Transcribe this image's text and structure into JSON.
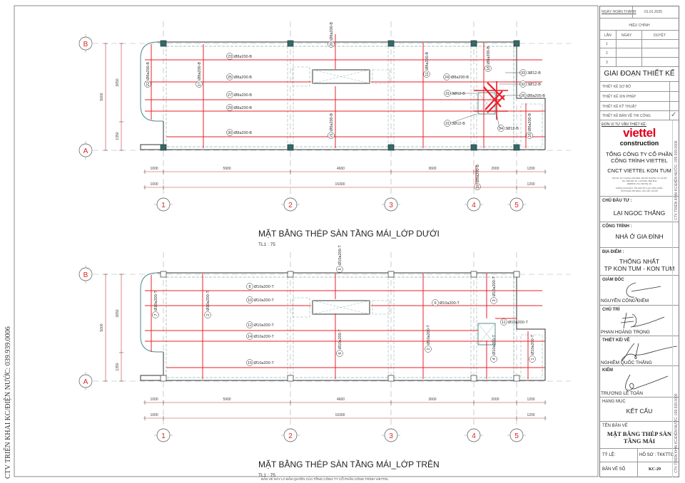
{
  "top_plan": {
    "title": "MẶT BẰNG THÉP SÀN TẦNG MÁI_LỚP DƯỚI",
    "scale": "TL1 : 75",
    "grid_rows": [
      "B",
      "A"
    ],
    "grid_cols": [
      "1",
      "2",
      "3",
      "4",
      "5"
    ],
    "dims_row1": [
      "1000",
      "5900",
      "4600",
      "3600",
      "2000",
      "1200"
    ],
    "dims_row2": [
      "1000",
      "16300",
      "1200"
    ],
    "dims_left": {
      "total": "5000",
      "upper": "3650",
      "lower": "1350"
    },
    "rebars": [
      {
        "no": "23",
        "spec": "Ø8a200-B"
      },
      {
        "no": "25",
        "spec": "Ø8a200-B"
      },
      {
        "no": "27",
        "spec": "Ø8a200-B"
      },
      {
        "no": "29",
        "spec": "Ø8a200-B"
      },
      {
        "no": "30",
        "spec": "Ø8a200-B"
      },
      {
        "no": "24",
        "spec": "Ø8a200-B"
      },
      {
        "no": "22",
        "spec": "Ø8a200-B"
      },
      {
        "no": "17",
        "spec": "Ø8a200-B"
      },
      {
        "no": "20",
        "spec": "Ø8a200-B"
      },
      {
        "no": "21",
        "spec": "Ø8a200-B"
      },
      {
        "no": "11",
        "spec": "Ø8a200-B"
      },
      {
        "no": "18",
        "spec": "Ø8a200-B"
      },
      {
        "no": "16",
        "spec": "Ø8a200-B"
      },
      {
        "no": "19",
        "spec": "Ø8a200-B"
      },
      {
        "no": "31",
        "spec": "3Ø12-B"
      },
      {
        "no": "31",
        "spec": "3Ø12-B"
      },
      {
        "no": "33",
        "spec": "3Ø12-B"
      },
      {
        "no": "32",
        "spec": "3Ø12-B"
      },
      {
        "no": "26",
        "spec": "Ø8a200-B"
      },
      {
        "no": "34",
        "spec": "3Ø12-B"
      }
    ]
  },
  "bottom_plan": {
    "title": "MẶT BẰNG THÉP SÀN TẦNG MÁI_LỚP TRÊN",
    "scale": "TL1 : 75",
    "grid_rows": [
      "B",
      "A"
    ],
    "grid_cols": [
      "1",
      "2",
      "3",
      "4",
      "5"
    ],
    "dims_row1": [
      "1000",
      "5900",
      "4600",
      "3600",
      "2000",
      "1200"
    ],
    "dims_row2": [
      "1000",
      "16300",
      "1200"
    ],
    "dims_left": {
      "total": "5000",
      "upper": "3650",
      "lower": "1350"
    },
    "rebars": [
      {
        "no": "8",
        "spec": "Ø10a200-T"
      },
      {
        "no": "10",
        "spec": "Ø10a200-T"
      },
      {
        "no": "12",
        "spec": "Ø10a200-T"
      },
      {
        "no": "14",
        "spec": "Ø10a200-T"
      },
      {
        "no": "15",
        "spec": "Ø10a200-T"
      },
      {
        "no": "9",
        "spec": "Ø10a200-T"
      },
      {
        "no": "11",
        "spec": "Ø10a200-T"
      },
      {
        "no": "7",
        "spec": "Ø10a200-T"
      },
      {
        "no": "2",
        "spec": "Ø10a200-T"
      },
      {
        "no": "5",
        "spec": "Ø10a200-T"
      },
      {
        "no": "6",
        "spec": "Ø10a200-T"
      },
      {
        "no": "2",
        "spec": "Ø10a200-T"
      },
      {
        "no": "3",
        "spec": "Ø10a200-T"
      },
      {
        "no": "4",
        "spec": "Ø10a200-T"
      },
      {
        "no": "1",
        "spec": "Ø10a200-T"
      }
    ]
  },
  "title_block": {
    "completion_label": "NGÀY HOÀN THÀNH",
    "completion_date": "01.01.2025",
    "revision_title": "HIỆU CHỈNH",
    "revision_headers": [
      "LẦN",
      "NGÀY",
      "DUYỆT"
    ],
    "revision_rows": [
      "1",
      "2",
      "3"
    ],
    "stage_title": "GIAI ĐOẠN THIẾT KẾ",
    "stages": [
      "THIẾT KẾ SƠ BỘ",
      "THIẾT KẾ XIN PHÉP",
      "THIẾT KẾ KỸ THUẬT",
      "THIẾT KẾ BẢN VẼ THI CÔNG"
    ],
    "stage_check_mark": "✓",
    "consultant_label": "ĐƠN VỊ TƯ VẤN THIẾT KẾ:",
    "logo_text": "viettel",
    "logo_sub": "construction",
    "company_line1": "TỔNG CÔNG TY CỔ PHẦN",
    "company_line2": "CÔNG TRÌNH VIETTEL",
    "branch": "CNCT VIETTEL KON TUM",
    "address_lines": [
      "TRỤ SỞ: SỐ 1 GIANG VĂN MINH, KIM MÃ, BA ĐÌNH, TP. HÀ NỘI",
      "TEL: 0904 821 111 - HOTLINE: 1800 8144",
      "WEBSITE: VCC.VIETTEL.VN",
      "PHÒNG GIAO DỊCH: TÒA NHÀ SỐ 6 LẠC LONG QUÂN,",
      "SỐ 8 PHẠM VĂN BẠCH, CẦU GIẤY, HÀ NỘI"
    ],
    "owner_label": "CHỦ ĐẦU TƯ :",
    "owner": "LẠI NGỌC THẮNG",
    "project_label": "CÔNG TRÌNH :",
    "project": "NHÀ Ở GIA ĐÌNH",
    "location_label": "ĐỊA ĐIỂM :",
    "location_line1": "THỐNG NHẤT",
    "location_line2": "TP KON TUM - KON TUM",
    "director_label": "GIÁM ĐỐC",
    "director": "NGUYỄN CÔNG ĐIỀM",
    "lead_label": "CHỦ TRÌ",
    "lead": "PHAN HOÀNG TRỌNG",
    "designer_label": "THIẾT KẾ/ VẼ",
    "designer": "NGHIÊM QUỐC THẮNG",
    "checker_label": "KIỂM",
    "checker": "TRƯƠNG LÊ TOẢN",
    "category_label": "HẠNG MỤC",
    "category": "KẾT CẤU",
    "drawing_name_label": "TÊN BẢN VẼ",
    "drawing_name_line1": "MẶT BẰNG THÉP SÀN",
    "drawing_name_line2": "TẦNG MÁI",
    "scale_label": "TỶ LỆ:",
    "file_label": "HỒ SƠ : TKKTTC",
    "sheet_label": "BẢN VẼ SỐ",
    "sheet_no": "KC-29",
    "side_note": "CTV TRIỂN KHAI KC/ĐIỆN NƯỚC: 039.939.0006"
  },
  "left_note": "CTV TRIỂN KHAI KC/ĐIỆN NƯỚC: 039.939.0006",
  "copyright": "BẢN VẼ NÀY LÀ BẢN QUYỀN CỦA TỔNG CÔNG TY CỔ PHẦN CÔNG TRÌNH VIETTEL",
  "colors": {
    "rebar": "#e8202a",
    "outline": "#333333",
    "beam": "#8fb4b4",
    "column": "#2f6b6b",
    "brand": "#e0001b"
  }
}
